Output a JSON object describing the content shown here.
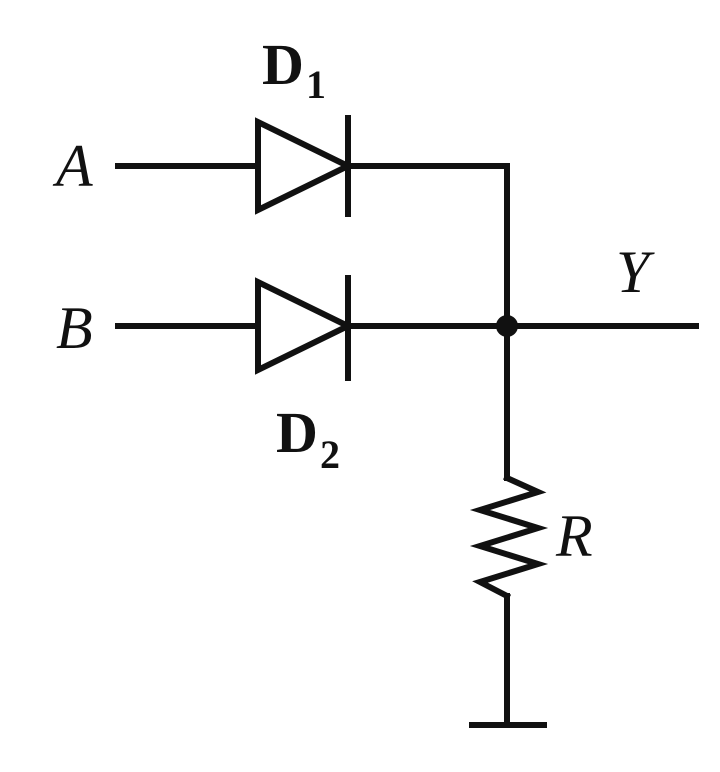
{
  "labels": {
    "input_a": "A",
    "input_b": "B",
    "output": "Y",
    "resistor": "R",
    "diode1_letter": "D",
    "diode1_sub": "1",
    "diode2_letter": "D",
    "diode2_sub": "2"
  },
  "colors": {
    "ink": "#111111",
    "background": "#ffffff"
  }
}
